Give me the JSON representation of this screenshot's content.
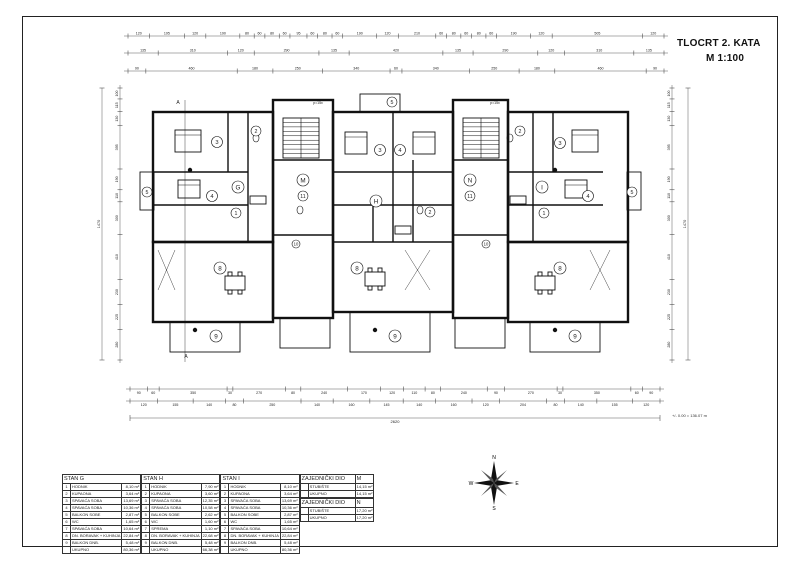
{
  "sheet": {
    "title": "TLOCRT 2. KATA",
    "scale": "M 1:100",
    "elevation_note": "+/- 0.00 = 136.07 m"
  },
  "dimensions": {
    "top_row1": [
      "120",
      "195",
      "120",
      "190",
      "80",
      "60",
      "80",
      "60",
      "95",
      "60",
      "80",
      "60",
      "190",
      "120",
      "210",
      "60",
      "80",
      "60",
      "80",
      "60",
      "190",
      "120",
      "505",
      "120"
    ],
    "top_row2": [
      "135",
      "310",
      "120",
      "290",
      "135",
      "420",
      "135",
      "290",
      "120",
      "310",
      "135"
    ],
    "top_row3": [
      "90",
      "460",
      "180",
      "250",
      "340",
      "60",
      "340",
      "250",
      "180",
      "460",
      "90"
    ],
    "bottom_row1": [
      "90",
      "60",
      "350",
      "30",
      "270",
      "80",
      "240",
      "170",
      "120",
      "110",
      "80",
      "240",
      "90",
      "270",
      "30",
      "350",
      "60",
      "90"
    ],
    "bottom_row2": [
      "120",
      "155",
      "140",
      "80",
      "250",
      "140",
      "160",
      "145",
      "140",
      "160",
      "120",
      "204",
      "80",
      "140",
      "155",
      "120"
    ],
    "overall": "2620",
    "left_side": [
      "100",
      "115",
      "130",
      "395",
      "190",
      "110",
      "300",
      "410",
      "230",
      "225",
      "280"
    ],
    "left_total": "1470",
    "right_side": [
      "100",
      "115",
      "130",
      "395",
      "190",
      "110",
      "300",
      "410",
      "230",
      "225",
      "280"
    ],
    "right_total": "1470"
  },
  "labels": {
    "apartments": [
      "G",
      "H",
      "I"
    ],
    "common": [
      "M",
      "N"
    ],
    "rooms": [
      "1",
      "2",
      "3",
      "4",
      "5",
      "6",
      "7",
      "8",
      "9",
      "10",
      "11"
    ],
    "section_marks": [
      "A",
      "A"
    ],
    "stair_labels": [
      "p=15x",
      "p=15x"
    ]
  },
  "legend": {
    "blocks": [
      {
        "header": "STAN G",
        "rows": [
          {
            "n": "1",
            "label": "HODNIK",
            "value": "8,10 m²"
          },
          {
            "n": "2",
            "label": "KUPAONA",
            "value": "3,64 m²"
          },
          {
            "n": "3",
            "label": "SPAVAĆA SOBA",
            "value": "13,69 m²"
          },
          {
            "n": "4",
            "label": "SPAVAĆA SOBA",
            "value": "10,36 m²"
          },
          {
            "n": "5",
            "label": "BALKON SOBE",
            "value": "2,87 m²"
          },
          {
            "n": "6",
            "label": "WC",
            "value": "1,65 m²"
          },
          {
            "n": "7",
            "label": "SPAVAĆA SOBA",
            "value": "10,64 m²"
          },
          {
            "n": "8",
            "label": "DN. BORAVAK + KUHINJA",
            "value": "22,84 m²"
          },
          {
            "n": "9",
            "label": "BALKON DNB.",
            "value": "5,48 m²"
          },
          {
            "n": "",
            "label": "UKUPNO",
            "value": "80,36 m²"
          }
        ]
      },
      {
        "header": "STAN H",
        "rows": [
          {
            "n": "1",
            "label": "HODNIK",
            "value": "7,90 m²"
          },
          {
            "n": "2",
            "label": "KUPAONA",
            "value": "3,60 m²"
          },
          {
            "n": "3",
            "label": "SPAVAĆA SOBA",
            "value": "12,35 m²"
          },
          {
            "n": "4",
            "label": "SPAVAĆA SOBA",
            "value": "10,58 m²"
          },
          {
            "n": "5",
            "label": "BALKON SOBE",
            "value": "2,62 m²"
          },
          {
            "n": "6",
            "label": "WC",
            "value": "1,60 m²"
          },
          {
            "n": "7",
            "label": "SPREMA",
            "value": "1,10 m²"
          },
          {
            "n": "8",
            "label": "DN. BORAVAK + KUHINJA",
            "value": "22,68 m²"
          },
          {
            "n": "9",
            "label": "BALKON DNB.",
            "value": "5,48 m²"
          },
          {
            "n": "",
            "label": "UKUPNO",
            "value": "66,38 m²"
          }
        ]
      },
      {
        "header": "STAN I",
        "rows": [
          {
            "n": "1",
            "label": "HODNIK",
            "value": "8,10 m²"
          },
          {
            "n": "2",
            "label": "KUPAONA",
            "value": "3,64 m²"
          },
          {
            "n": "3",
            "label": "SPAVAĆA SOBA",
            "value": "13,69 m²"
          },
          {
            "n": "4",
            "label": "SPAVAĆA SOBA",
            "value": "10,36 m²"
          },
          {
            "n": "5",
            "label": "BALKON SOBE",
            "value": "2,87 m²"
          },
          {
            "n": "6",
            "label": "WC",
            "value": "1,65 m²"
          },
          {
            "n": "7",
            "label": "SPAVAĆA SOBA",
            "value": "10,64 m²"
          },
          {
            "n": "8",
            "label": "DN. BORAVAK + KUHINJA",
            "value": "22,84 m²"
          },
          {
            "n": "9",
            "label": "BALKON DNB.",
            "value": "5,48 m²"
          },
          {
            "n": "",
            "label": "UKUPNO",
            "value": "80,36 m²"
          }
        ]
      }
    ],
    "common_blocks": [
      {
        "header": "ZAJEDNIČKI DIO",
        "code": "M",
        "rows": [
          {
            "n": "",
            "label": "STUBIŠTE",
            "value": "14,15 m²"
          },
          {
            "n": "",
            "label": "UKUPNO",
            "value": "14,15 m²"
          }
        ]
      },
      {
        "header": "ZAJEDNIČKI DIO",
        "code": "N",
        "rows": [
          {
            "n": "",
            "label": "STUBIŠTE",
            "value": "17,20 m²"
          },
          {
            "n": "",
            "label": "UKUPNO",
            "value": "17,20 m²"
          }
        ]
      }
    ]
  },
  "compass": {
    "N": "N",
    "S": "S",
    "E": "E",
    "W": "W"
  }
}
